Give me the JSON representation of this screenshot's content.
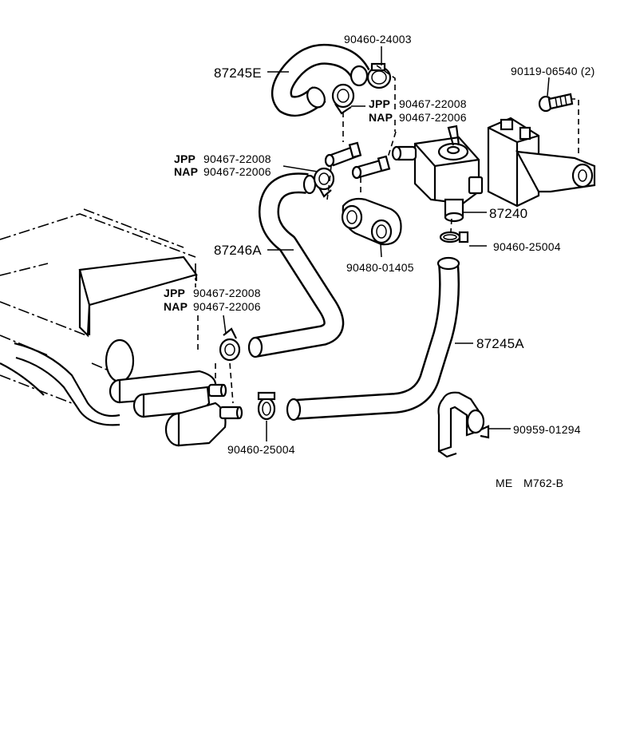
{
  "parts": {
    "clamp_top": "90460-24003",
    "hose_87245E": "87245E",
    "bolt": "90119-06540 (2)",
    "clip_upper_jpp_tag": "JPP",
    "clip_upper_jpp": "90467-22008",
    "clip_upper_nap_tag": "NAP",
    "clip_upper_nap": "90467-22006",
    "clip_mid_jpp_tag": "JPP",
    "clip_mid_jpp": "90467-22008",
    "clip_mid_nap_tag": "NAP",
    "clip_mid_nap": "90467-22006",
    "valve_87240": "87240",
    "clamp_right": "90460-25004",
    "grommet": "90480-01405",
    "hose_87246A": "87246A",
    "clip_low_jpp_tag": "JPP",
    "clip_low_jpp": "90467-22008",
    "clip_low_nap_tag": "NAP",
    "clip_low_nap": "90467-22006",
    "hose_87245A": "87245A",
    "clamp_bracket": "90959-01294",
    "clamp_bottom": "90460-25004"
  },
  "footer": {
    "left": "ME",
    "code": "M762-B"
  }
}
